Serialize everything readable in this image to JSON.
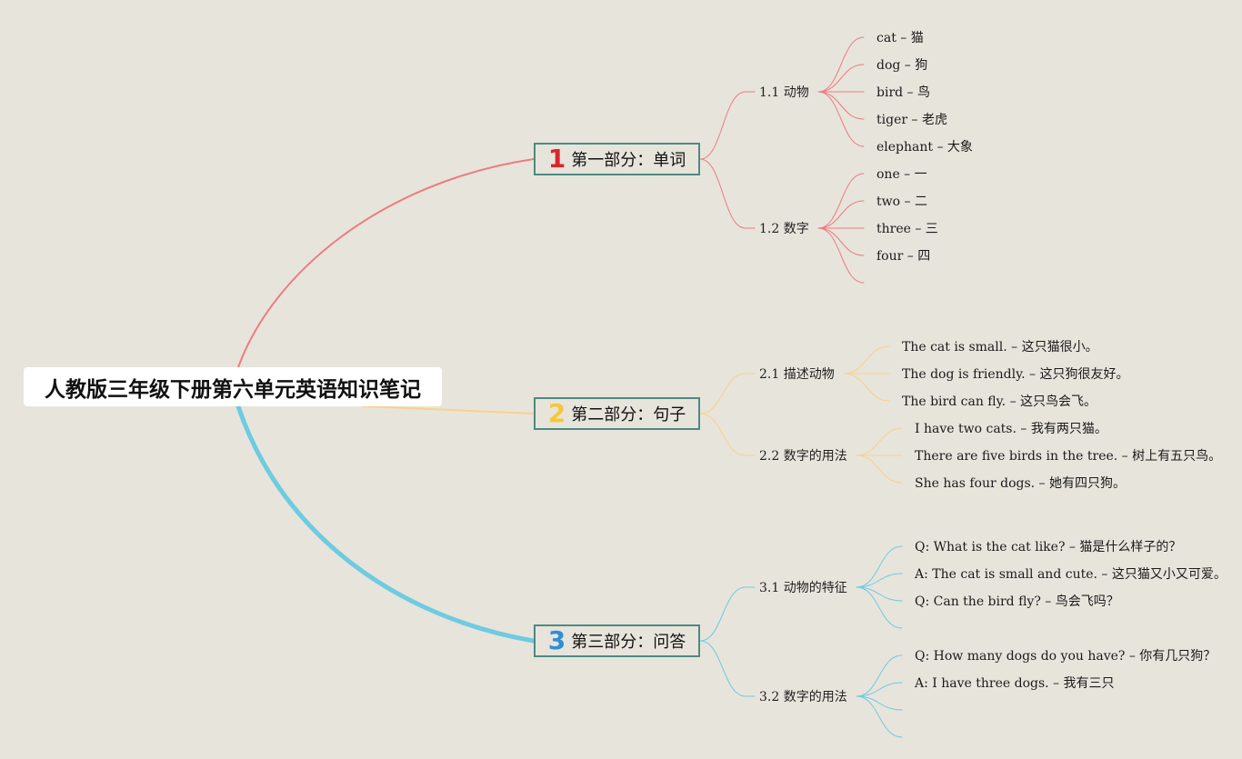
{
  "title": "人教版三年级下册第六单元英语知识笔记",
  "colors": {
    "background": "#e7e4dc",
    "branch1": "#ec7c80",
    "branch2": "#f7d28a",
    "branch3": "#6ecbe0",
    "num1": "#d9252c",
    "num2": "#f4c83a",
    "num3": "#2f8fd6",
    "section_border": "#4e8a80"
  },
  "sections": [
    {
      "num": "1",
      "label": "第一部分：单词",
      "subs": [
        {
          "label": "1.1 动物",
          "items": [
            "cat – 猫",
            "dog – 狗",
            "bird – 鸟",
            "tiger – 老虎",
            "elephant – 大象"
          ]
        },
        {
          "label": "1.2 数字",
          "items": [
            "one – 一",
            "two – 二",
            "three – 三",
            "four – 四",
            ""
          ]
        }
      ]
    },
    {
      "num": "2",
      "label": "第二部分：句子",
      "subs": [
        {
          "label": "2.1 描述动物",
          "items": [
            "The cat is small. – 这只猫很小。",
            "The dog is friendly. – 这只狗很友好。",
            "The bird can fly. – 这只鸟会飞。"
          ]
        },
        {
          "label": "2.2 数字的用法",
          "items": [
            "I have two cats. – 我有两只猫。",
            "There are five birds in the tree. – 树上有五只鸟。",
            "She has four dogs. – 她有四只狗。"
          ]
        }
      ]
    },
    {
      "num": "3",
      "label": "第三部分：问答",
      "subs": [
        {
          "label": "3.1 动物的特征",
          "items": [
            "Q: What is the cat like? – 猫是什么样子的？",
            "A: The cat is small and cute. – 这只猫又小又可爱。",
            "Q: Can the bird fly? – 鸟会飞吗？",
            ""
          ]
        },
        {
          "label": "3.2 数字的用法",
          "items": [
            "Q: How many dogs do you have? – 你有几只狗？",
            "A: I have three dogs. – 我有三只",
            "",
            ""
          ]
        }
      ]
    }
  ]
}
